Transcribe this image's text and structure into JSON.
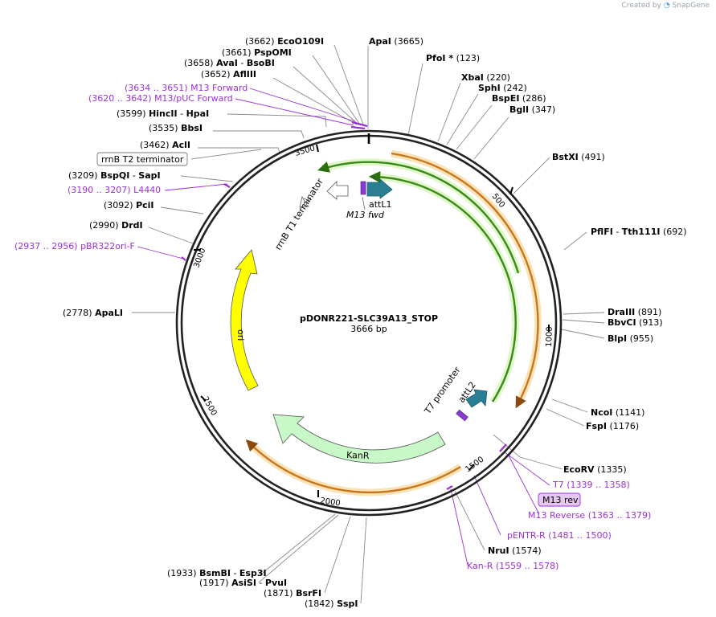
{
  "brand": {
    "created_by": "Created by",
    "name": "SnapGene"
  },
  "plasmid": {
    "name": "pDONR221-SLC39A13_STOP",
    "length": 3666,
    "length_label": "3666 bp"
  },
  "ticks": [
    "500",
    "1000",
    "1500",
    "2000",
    "2500",
    "3000",
    "3500"
  ],
  "sites": [
    {
      "pos": "(3662)",
      "name": "EcoO109I"
    },
    {
      "pos": "(3661)",
      "name": "PspOMI"
    },
    {
      "pos": "(3658)",
      "name": "AvaI",
      "name2": "BsoBI"
    },
    {
      "pos": "(3652)",
      "name": "AflIII"
    },
    {
      "pos": "(3599)",
      "name": "HincII",
      "name2": "HpaI"
    },
    {
      "pos": "(3535)",
      "name": "BbsI"
    },
    {
      "pos": "(3462)",
      "name": "AclI"
    },
    {
      "pos": "(3209)",
      "name": "BspQI",
      "name2": "SapI"
    },
    {
      "pos": "(3092)",
      "name": "PciI"
    },
    {
      "pos": "(2990)",
      "name": "DrdI"
    },
    {
      "pos": "(2778)",
      "name": "ApaLI"
    },
    {
      "pos": "(1933)",
      "name": "BsmBI",
      "name2": "Esp3I"
    },
    {
      "pos": "(1917)",
      "name": "AsiSI",
      "name2": "PvuI"
    },
    {
      "pos": "(1871)",
      "name": "BsrFI"
    },
    {
      "pos": "(1842)",
      "name": "SspI"
    },
    {
      "pos": "(3665)",
      "name": "ApaI"
    },
    {
      "pos": "(123)",
      "name": "PfoI *"
    },
    {
      "pos": "(220)",
      "name": "XbaI"
    },
    {
      "pos": "(242)",
      "name": "SphI"
    },
    {
      "pos": "(286)",
      "name": "BspEI"
    },
    {
      "pos": "(347)",
      "name": "BglI"
    },
    {
      "pos": "(491)",
      "name": "BstXI"
    },
    {
      "pos": "(692)",
      "name": "PflFI",
      "name2": "Tth111I"
    },
    {
      "pos": "(891)",
      "name": "DraIII"
    },
    {
      "pos": "(913)",
      "name": "BbvCI"
    },
    {
      "pos": "(955)",
      "name": "BlpI"
    },
    {
      "pos": "(1141)",
      "name": "NcoI"
    },
    {
      "pos": "(1176)",
      "name": "FspI"
    },
    {
      "pos": "(1335)",
      "name": "EcoRV"
    },
    {
      "pos": "(1574)",
      "name": "NruI"
    }
  ],
  "primers": [
    {
      "range": "(3634 .. 3651)",
      "name": "M13 Forward"
    },
    {
      "range": "(3620 .. 3642)",
      "name": "M13/pUC Forward"
    },
    {
      "range": "(3190 .. 3207)",
      "name": "L4440"
    },
    {
      "range": "(2937 .. 2956)",
      "name": "pBR322ori-F"
    },
    {
      "range": "(1339 .. 1358)",
      "name": "T7"
    },
    {
      "range": "(1363 .. 1379)",
      "name": "M13 Reverse"
    },
    {
      "range": "(1481 .. 1500)",
      "name": "pENTR-R"
    },
    {
      "range": "(1559 .. 1578)",
      "name": "Kan-R"
    }
  ],
  "features": {
    "rrnb_t2": "rrnB T2 terminator",
    "rrnb_t1": "rrnB T1 terminator",
    "attl1": "attL1",
    "m13_fwd": "M13 fwd",
    "t7_promoter": "T7 promoter",
    "attl2": "attL2",
    "kanr": "KanR",
    "ori": "ori",
    "m13_rev_box": "M13 rev"
  },
  "colors": {
    "backbone": "#222222",
    "orange": "#c8761e",
    "orange_glow": "#fbe3b8",
    "green": "#3a8a1a",
    "green_glow": "#dff7c9",
    "ori": "#ffff00",
    "kanr": "#c8f7c8",
    "teal": "#2a7f94",
    "primer": "#9b30d9",
    "m13_rev_box": "#e6c7f2"
  }
}
